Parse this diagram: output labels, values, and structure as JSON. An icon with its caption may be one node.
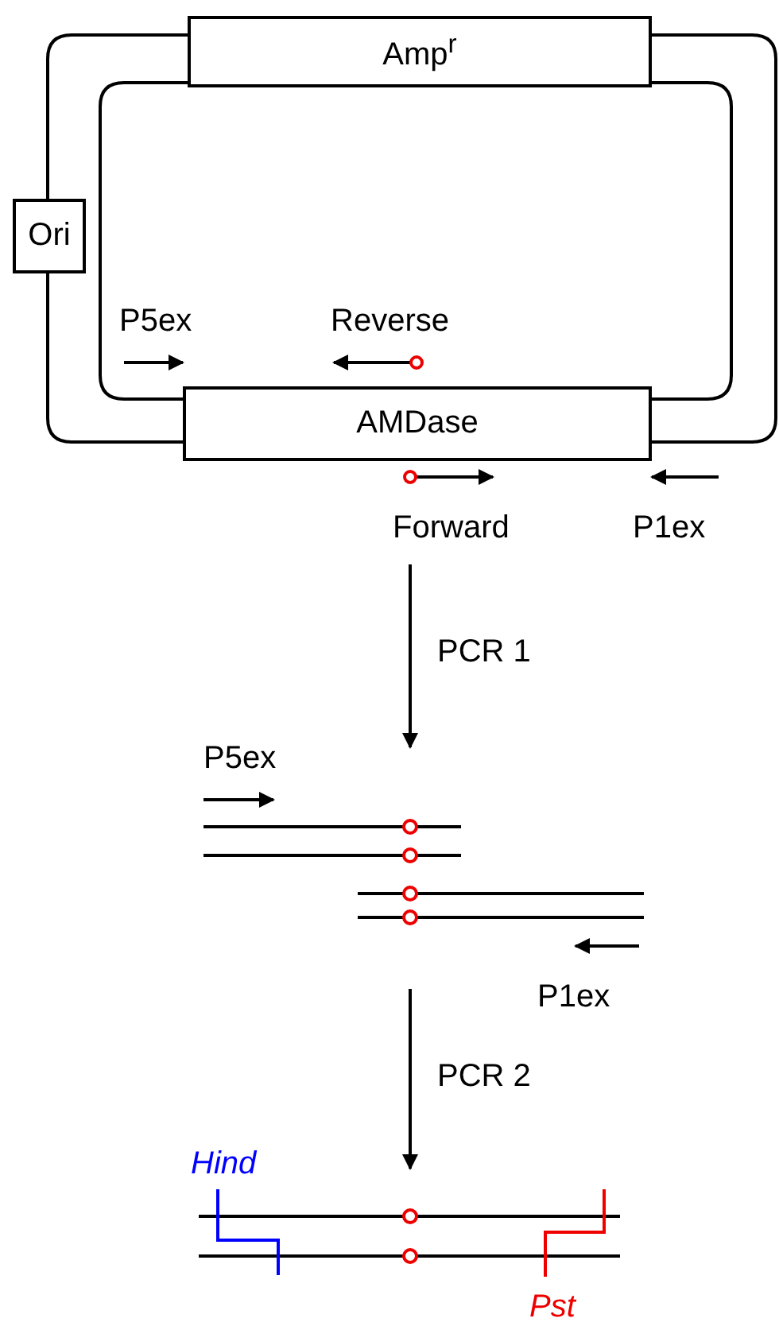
{
  "diagram": {
    "nodes": [
      {
        "text": [
          "Amp$^{r}$"
        ]
      },
      {
        "text": [
          "Ori"
        ]
      },
      {
        "text": [
          "AMDase"
        ]
      }
    ],
    "edges": [
      {
        "from": 0,
        "to": 1,
        "arrow": "none"
      },
      {
        "from": 1,
        "to": 2,
        "arrow": "none"
      },
      {
        "from": 0,
        "to": 2,
        "arrow": "none"
      },
      {
        "from": 0,
        "to": 2,
        "arrow": "none"
      },
      {
        "from": 0,
        "to": 2,
        "arrow": "none"
      }
    ],
    "labels": [
      "P5ex",
      "Reverse",
      "Forward",
      "P1ex",
      "PCR 1",
      "P5ex",
      "P1ex",
      "PCR 2",
      "Hind",
      "Pst"
    ]
  }
}
